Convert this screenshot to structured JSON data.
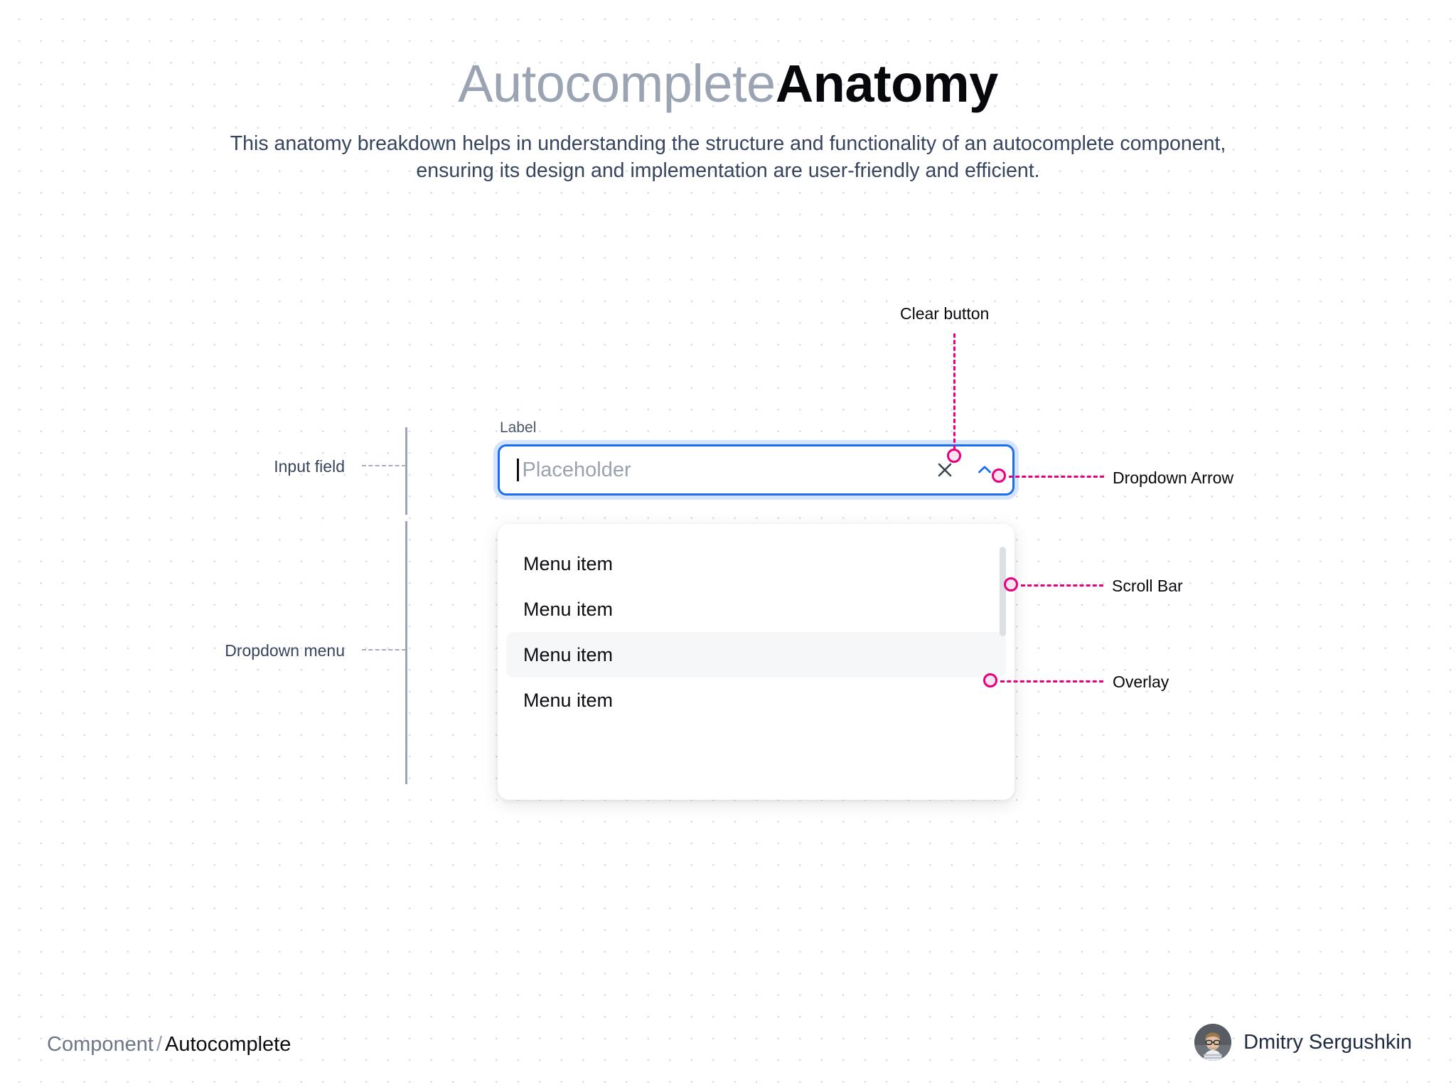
{
  "header": {
    "title_muted": "Autocomplete",
    "title_strong": "Anatomy",
    "subtitle": "This anatomy breakdown helps in understanding the structure and functionality of an autocomplete component, ensuring its design and implementation are user-friendly and efficient."
  },
  "component": {
    "field_label": "Label",
    "placeholder": "Placeholder",
    "input_value": "",
    "clear_icon": "close-x-icon",
    "dropdown_icon": "chevron-up-icon",
    "menu_items": [
      {
        "label": "Menu item",
        "highlighted": false
      },
      {
        "label": "Menu item",
        "highlighted": false
      },
      {
        "label": "Menu item",
        "highlighted": true
      },
      {
        "label": "Menu item",
        "highlighted": false
      }
    ]
  },
  "annotations": {
    "left": [
      {
        "label": "Input field"
      },
      {
        "label": "Dropdown menu"
      }
    ],
    "callouts": [
      {
        "label": "Clear button"
      },
      {
        "label": "Dropdown Arrow"
      },
      {
        "label": "Scroll Bar"
      },
      {
        "label": "Overlay"
      }
    ]
  },
  "footer": {
    "breadcrumb_muted": "Component",
    "breadcrumb_separator": "/",
    "breadcrumb_current": "Autocomplete",
    "author_name": "Dmitry Sergushkin"
  },
  "colors": {
    "accent_pink": "#e6007e",
    "pin_fill": "#fbe3ef",
    "focus_blue": "#1b6ef3",
    "focus_ring": "#d6e5fd",
    "title_muted": "#9aa4b2",
    "title_strong": "#06080c",
    "subtitle": "#36445e",
    "guide_gray": "#9aa4b4",
    "overlay_gray": "#f6f7f9",
    "scrollbar_gray": "#dcdfe4",
    "dot_grid": "#c9ccd4"
  }
}
